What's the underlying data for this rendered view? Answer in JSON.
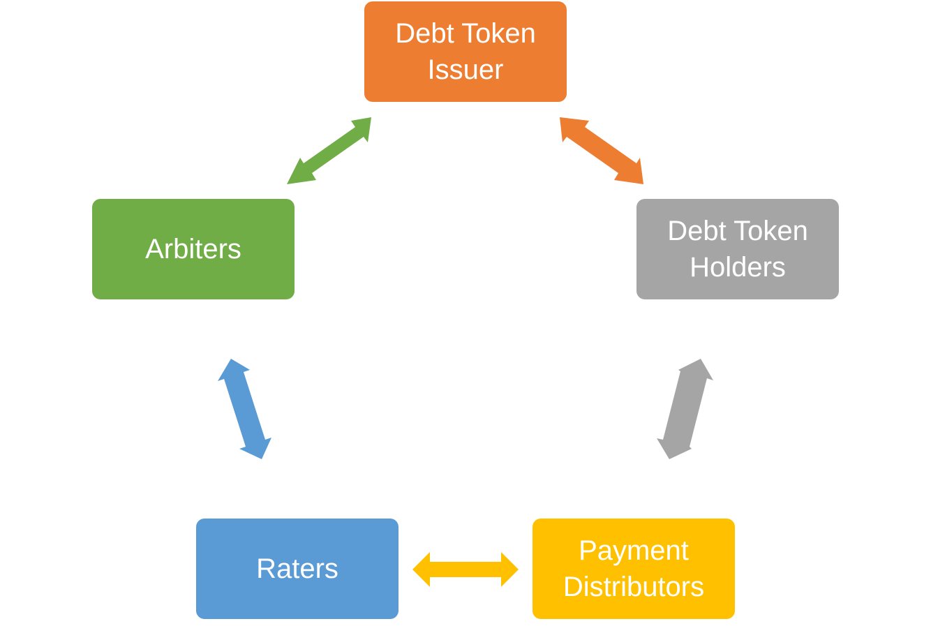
{
  "nodes": {
    "issuer": {
      "label": "Debt Token\nIssuer",
      "color": "#ed7d31"
    },
    "arbiters": {
      "label": "Arbiters",
      "color": "#70ad47"
    },
    "holders": {
      "label": "Debt Token\nHolders",
      "color": "#a5a5a5"
    },
    "raters": {
      "label": "Raters",
      "color": "#5b9bd5"
    },
    "payment": {
      "label": "Payment\nDistributors",
      "color": "#ffc000"
    }
  },
  "connections": [
    {
      "from": "arbiters",
      "to": "issuer",
      "color": "#70ad47"
    },
    {
      "from": "issuer",
      "to": "holders",
      "color": "#ed7d31"
    },
    {
      "from": "holders",
      "to": "payment",
      "color": "#a5a5a5"
    },
    {
      "from": "payment",
      "to": "raters",
      "color": "#ffc000"
    },
    {
      "from": "raters",
      "to": "arbiters",
      "color": "#5b9bd5"
    }
  ]
}
